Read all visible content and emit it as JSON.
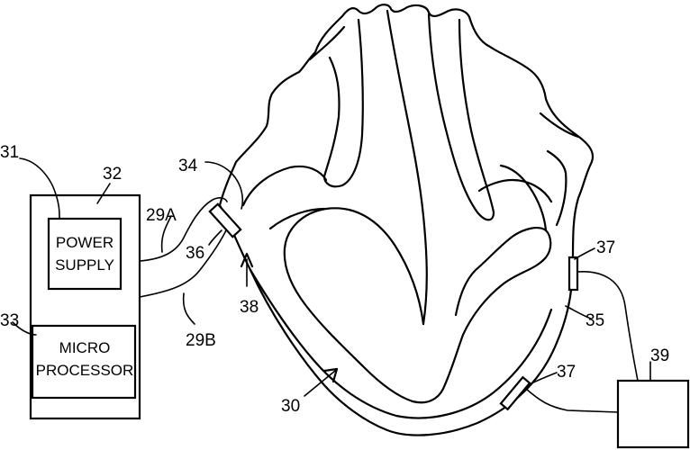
{
  "components": {
    "power_supply": {
      "line1": "POWER",
      "line2": "SUPPLY"
    },
    "microprocessor": {
      "line1": "MICRO",
      "line2": "PROCESSOR"
    }
  },
  "reference_numerals": {
    "r29a": "29A",
    "r29b": "29B",
    "r30": "30",
    "r31": "31",
    "r32": "32",
    "r33": "33",
    "r34": "34",
    "r35": "35",
    "r36": "36",
    "r37a": "37",
    "r37b": "37",
    "r38": "38",
    "r39": "39"
  }
}
